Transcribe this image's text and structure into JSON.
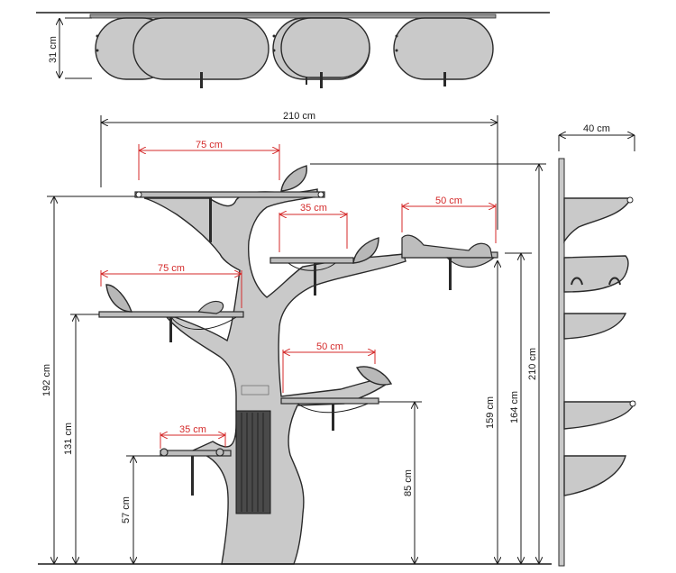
{
  "dimensions": {
    "top_depth": "31 cm",
    "total_width": "210 cm",
    "side_depth": "40 cm",
    "shelf_top_left": "75 cm",
    "shelf_mid_center": "35 cm",
    "shelf_top_right": "50 cm",
    "shelf_mid_left": "75 cm",
    "shelf_low_right": "50 cm",
    "shelf_bottom_left": "35 cm",
    "height_192": "192 cm",
    "height_131": "131 cm",
    "height_57": "57 cm",
    "height_85": "85 cm",
    "height_159": "159 cm",
    "height_164": "164 cm",
    "height_210": "210 cm"
  }
}
